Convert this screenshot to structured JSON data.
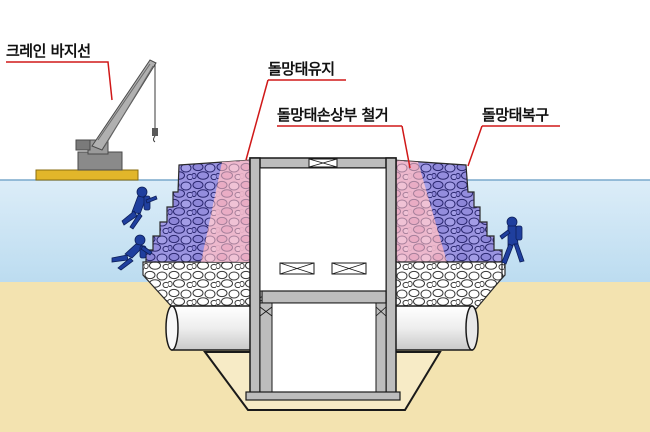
{
  "labels": {
    "crane_barge": "크레인 바지선",
    "riprap_maintain": "돌망태유지",
    "riprap_damaged_top_removal": "돌망태손상부 철거",
    "riprap_restore": "돌망태복구"
  },
  "colors": {
    "sky": "#ffffff",
    "water": "#cfe6f5",
    "seabed": "#f3e3b0",
    "riprap_maintained": "#9b94e0",
    "riprap_removal_zone": "#f3b0c2",
    "riprap_lower": "#ffffff",
    "leader_line": "#d01818",
    "crane": "#8a8a8a",
    "barge": "#e2b62a",
    "diver": "#1f3f9e",
    "pipe": "#f2f2f2"
  },
  "icons": {
    "crane": "crane-icon",
    "diver": "diver-icon",
    "cross_box": "cross-box-icon"
  }
}
